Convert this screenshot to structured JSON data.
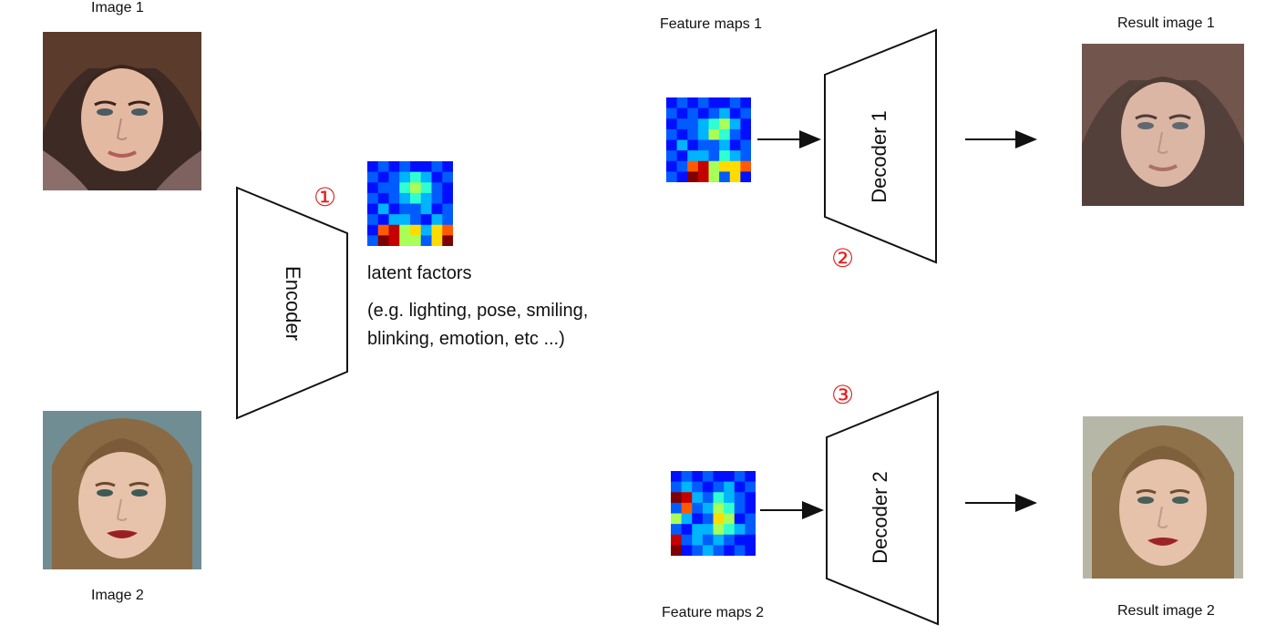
{
  "labels": {
    "image1": "Image 1",
    "image2": "Image 2",
    "feature_maps1": "Feature maps 1",
    "feature_maps2": "Feature maps 2",
    "result1": "Result image 1",
    "result2": "Result image 2",
    "encoder": "Encoder",
    "decoder1": "Decoder 1",
    "decoder2": "Decoder 2",
    "latent_title": "latent factors",
    "latent_desc1": "(e.g. lighting, pose, smiling,",
    "latent_desc2": "blinking, emotion, etc ...)"
  },
  "markers": {
    "m1": "①",
    "m2": "②",
    "m3": "③"
  },
  "colors": {
    "marker": "#e02020",
    "line": "#111111"
  },
  "heatmaps": {
    "latent": [
      [
        1,
        2,
        1,
        2,
        1,
        1,
        2,
        1
      ],
      [
        2,
        1,
        2,
        3,
        4,
        3,
        1,
        2
      ],
      [
        1,
        2,
        2,
        4,
        5,
        4,
        2,
        1
      ],
      [
        2,
        1,
        2,
        3,
        4,
        3,
        2,
        1
      ],
      [
        1,
        3,
        1,
        2,
        2,
        3,
        1,
        2
      ],
      [
        2,
        1,
        3,
        3,
        2,
        1,
        3,
        2
      ],
      [
        1,
        7,
        8,
        5,
        6,
        3,
        6,
        7
      ],
      [
        2,
        9,
        8,
        5,
        5,
        2,
        6,
        9
      ]
    ],
    "fm1": [
      [
        1,
        2,
        1,
        2,
        1,
        1,
        2,
        1
      ],
      [
        2,
        1,
        2,
        1,
        2,
        3,
        1,
        2
      ],
      [
        1,
        2,
        2,
        3,
        4,
        5,
        3,
        1
      ],
      [
        2,
        1,
        2,
        3,
        5,
        4,
        2,
        1
      ],
      [
        1,
        3,
        1,
        2,
        2,
        3,
        1,
        2
      ],
      [
        2,
        1,
        3,
        3,
        2,
        4,
        3,
        2
      ],
      [
        1,
        2,
        7,
        8,
        5,
        6,
        6,
        7
      ],
      [
        2,
        1,
        9,
        8,
        5,
        2,
        6,
        1
      ]
    ],
    "fm2": [
      [
        1,
        2,
        1,
        2,
        1,
        1,
        2,
        1
      ],
      [
        2,
        3,
        2,
        1,
        2,
        3,
        1,
        2
      ],
      [
        9,
        8,
        3,
        2,
        4,
        3,
        2,
        1
      ],
      [
        2,
        7,
        2,
        3,
        5,
        4,
        2,
        1
      ],
      [
        5,
        3,
        1,
        2,
        6,
        5,
        1,
        2
      ],
      [
        2,
        1,
        3,
        3,
        5,
        4,
        3,
        2
      ],
      [
        8,
        2,
        3,
        2,
        3,
        2,
        1,
        1
      ],
      [
        9,
        1,
        2,
        3,
        2,
        1,
        2,
        1
      ]
    ]
  }
}
